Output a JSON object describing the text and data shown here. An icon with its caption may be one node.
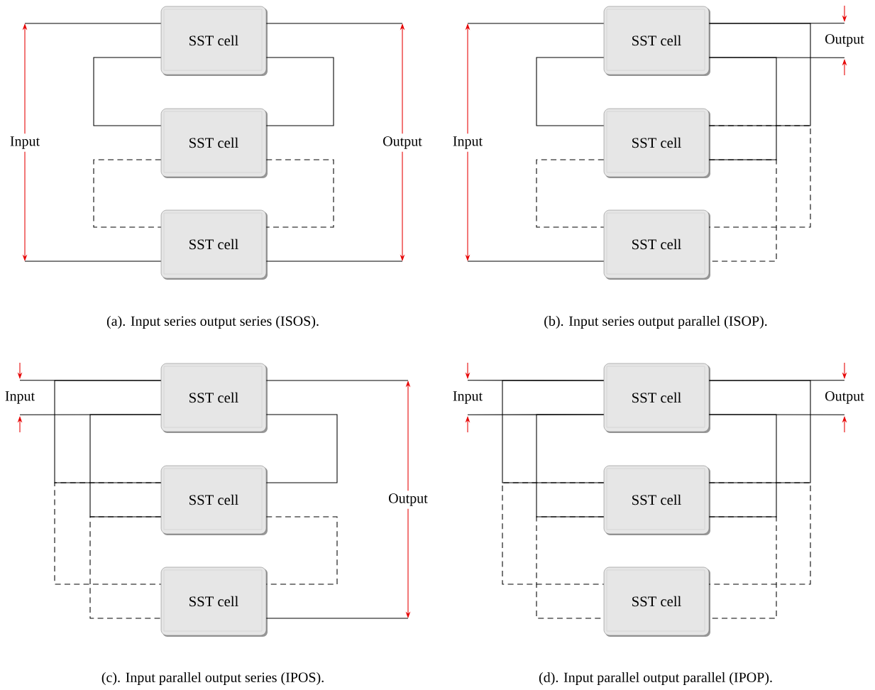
{
  "diagram": {
    "nodes": [
      {
        "text": [
          "SST cell"
        ]
      },
      {
        "text": [
          "SST cell"
        ]
      },
      {
        "text": [
          "SST cell"
        ]
      },
      {
        "text": [
          "SST cell"
        ]
      },
      {
        "text": [
          "SST cell"
        ]
      },
      {
        "text": [
          "SST cell"
        ]
      },
      {
        "text": [
          "SST cell"
        ]
      },
      {
        "text": [
          "SST cell"
        ]
      },
      {
        "text": [
          "SST cell"
        ]
      },
      {
        "text": [
          "SST cell"
        ]
      },
      {
        "text": [
          "SST cell"
        ]
      },
      {
        "text": [
          "SST cell"
        ]
      },
      {
        "text": [
          "Output"
        ]
      },
      {
        "text": [
          "Input"
        ]
      },
      {
        "text": [
          "Input"
        ]
      },
      {
        "text": [
          "Output"
        ]
      }
    ],
    "edges": [
      {
        "from": 0,
        "to": 1,
        "arrow": "none"
      },
      {
        "from": 0,
        "to": 1,
        "arrow": "none"
      },
      {
        "from": 1,
        "to": 2,
        "arrow": "none",
        "style": "dashed"
      },
      {
        "from": 1,
        "to": 2,
        "arrow": "none",
        "style": "dashed"
      },
      {
        "from": 3,
        "to": 4,
        "arrow": "none"
      },
      {
        "from": 4,
        "to": 5,
        "arrow": "none",
        "style": "dashed"
      },
      {
        "from": 3,
        "to": 4,
        "arrow": "none"
      },
      {
        "from": 4,
        "to": 5,
        "arrow": "none",
        "style": "dashed"
      },
      {
        "from": 3,
        "to": 4,
        "arrow": "none"
      },
      {
        "from": 4,
        "to": 5,
        "arrow": "none",
        "style": "dashed"
      },
      {
        "from": 6,
        "to": 7,
        "arrow": "none"
      },
      {
        "from": 7,
        "to": 8,
        "arrow": "none",
        "style": "dashed"
      },
      {
        "from": 6,
        "to": 7,
        "arrow": "none"
      },
      {
        "from": 7,
        "to": 8,
        "arrow": "none",
        "style": "dashed"
      },
      {
        "from": 6,
        "to": 7,
        "arrow": "none"
      },
      {
        "from": 7,
        "to": 8,
        "arrow": "none",
        "style": "dashed"
      },
      {
        "from": 9,
        "to": 10,
        "arrow": "none"
      },
      {
        "from": 10,
        "to": 11,
        "arrow": "none",
        "style": "dashed"
      },
      {
        "from": 9,
        "to": 10,
        "arrow": "none"
      },
      {
        "from": 10,
        "to": 11,
        "arrow": "none",
        "style": "dashed"
      },
      {
        "from": 9,
        "to": 10,
        "arrow": "none"
      },
      {
        "from": 10,
        "to": 11,
        "arrow": "none",
        "style": "dashed"
      },
      {
        "from": 9,
        "to": 10,
        "arrow": "none"
      },
      {
        "from": 10,
        "to": 11,
        "arrow": "none",
        "style": "dashed"
      },
      {
        "from": 3,
        "to": 12,
        "arrow": "none"
      },
      {
        "from": 3,
        "to": 12,
        "arrow": "none"
      },
      {
        "from": 6,
        "to": 13,
        "arrow": "none"
      },
      {
        "from": 6,
        "to": 13,
        "arrow": "none"
      },
      {
        "from": 9,
        "to": 14,
        "arrow": "none"
      },
      {
        "from": 9,
        "to": 14,
        "arrow": "none"
      },
      {
        "from": 9,
        "to": 15,
        "arrow": "none"
      },
      {
        "from": 9,
        "to": 15,
        "arrow": "none"
      }
    ],
    "labels": [
      "Input",
      "Output",
      "Input",
      "(a). Input series output series (ISOS).",
      "(b). Input series output parallel (ISOP).",
      "Output",
      "(c). Input parallel output series (IPOS).",
      "(d). Input parallel output parallel (IPOP)."
    ]
  }
}
